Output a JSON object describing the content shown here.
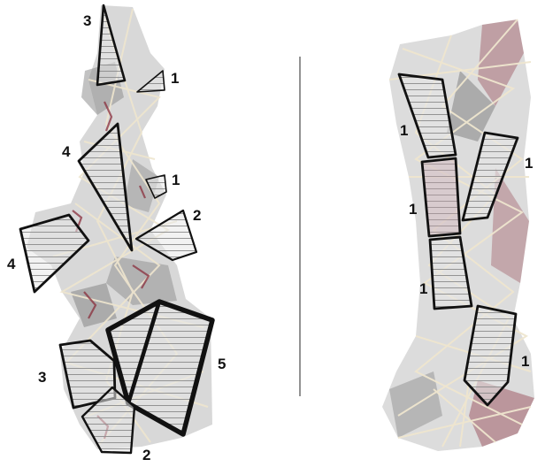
{
  "colors": {
    "background": "#ffffff",
    "panel_outline": "#111111",
    "hatch": "#8a8a8a",
    "structure_fill": "#c9c9c9",
    "structure_dark": "#8f8f8f",
    "structure_edge": "#efe8d6",
    "accent_red": "#8a2e3c",
    "divider": "#777777"
  },
  "left_structure": {
    "labels": [
      "3",
      "1",
      "4",
      "1",
      "2",
      "4",
      "3",
      "5",
      "2"
    ]
  },
  "right_structure": {
    "labels": [
      "1",
      "1",
      "1",
      "1",
      "1"
    ]
  }
}
